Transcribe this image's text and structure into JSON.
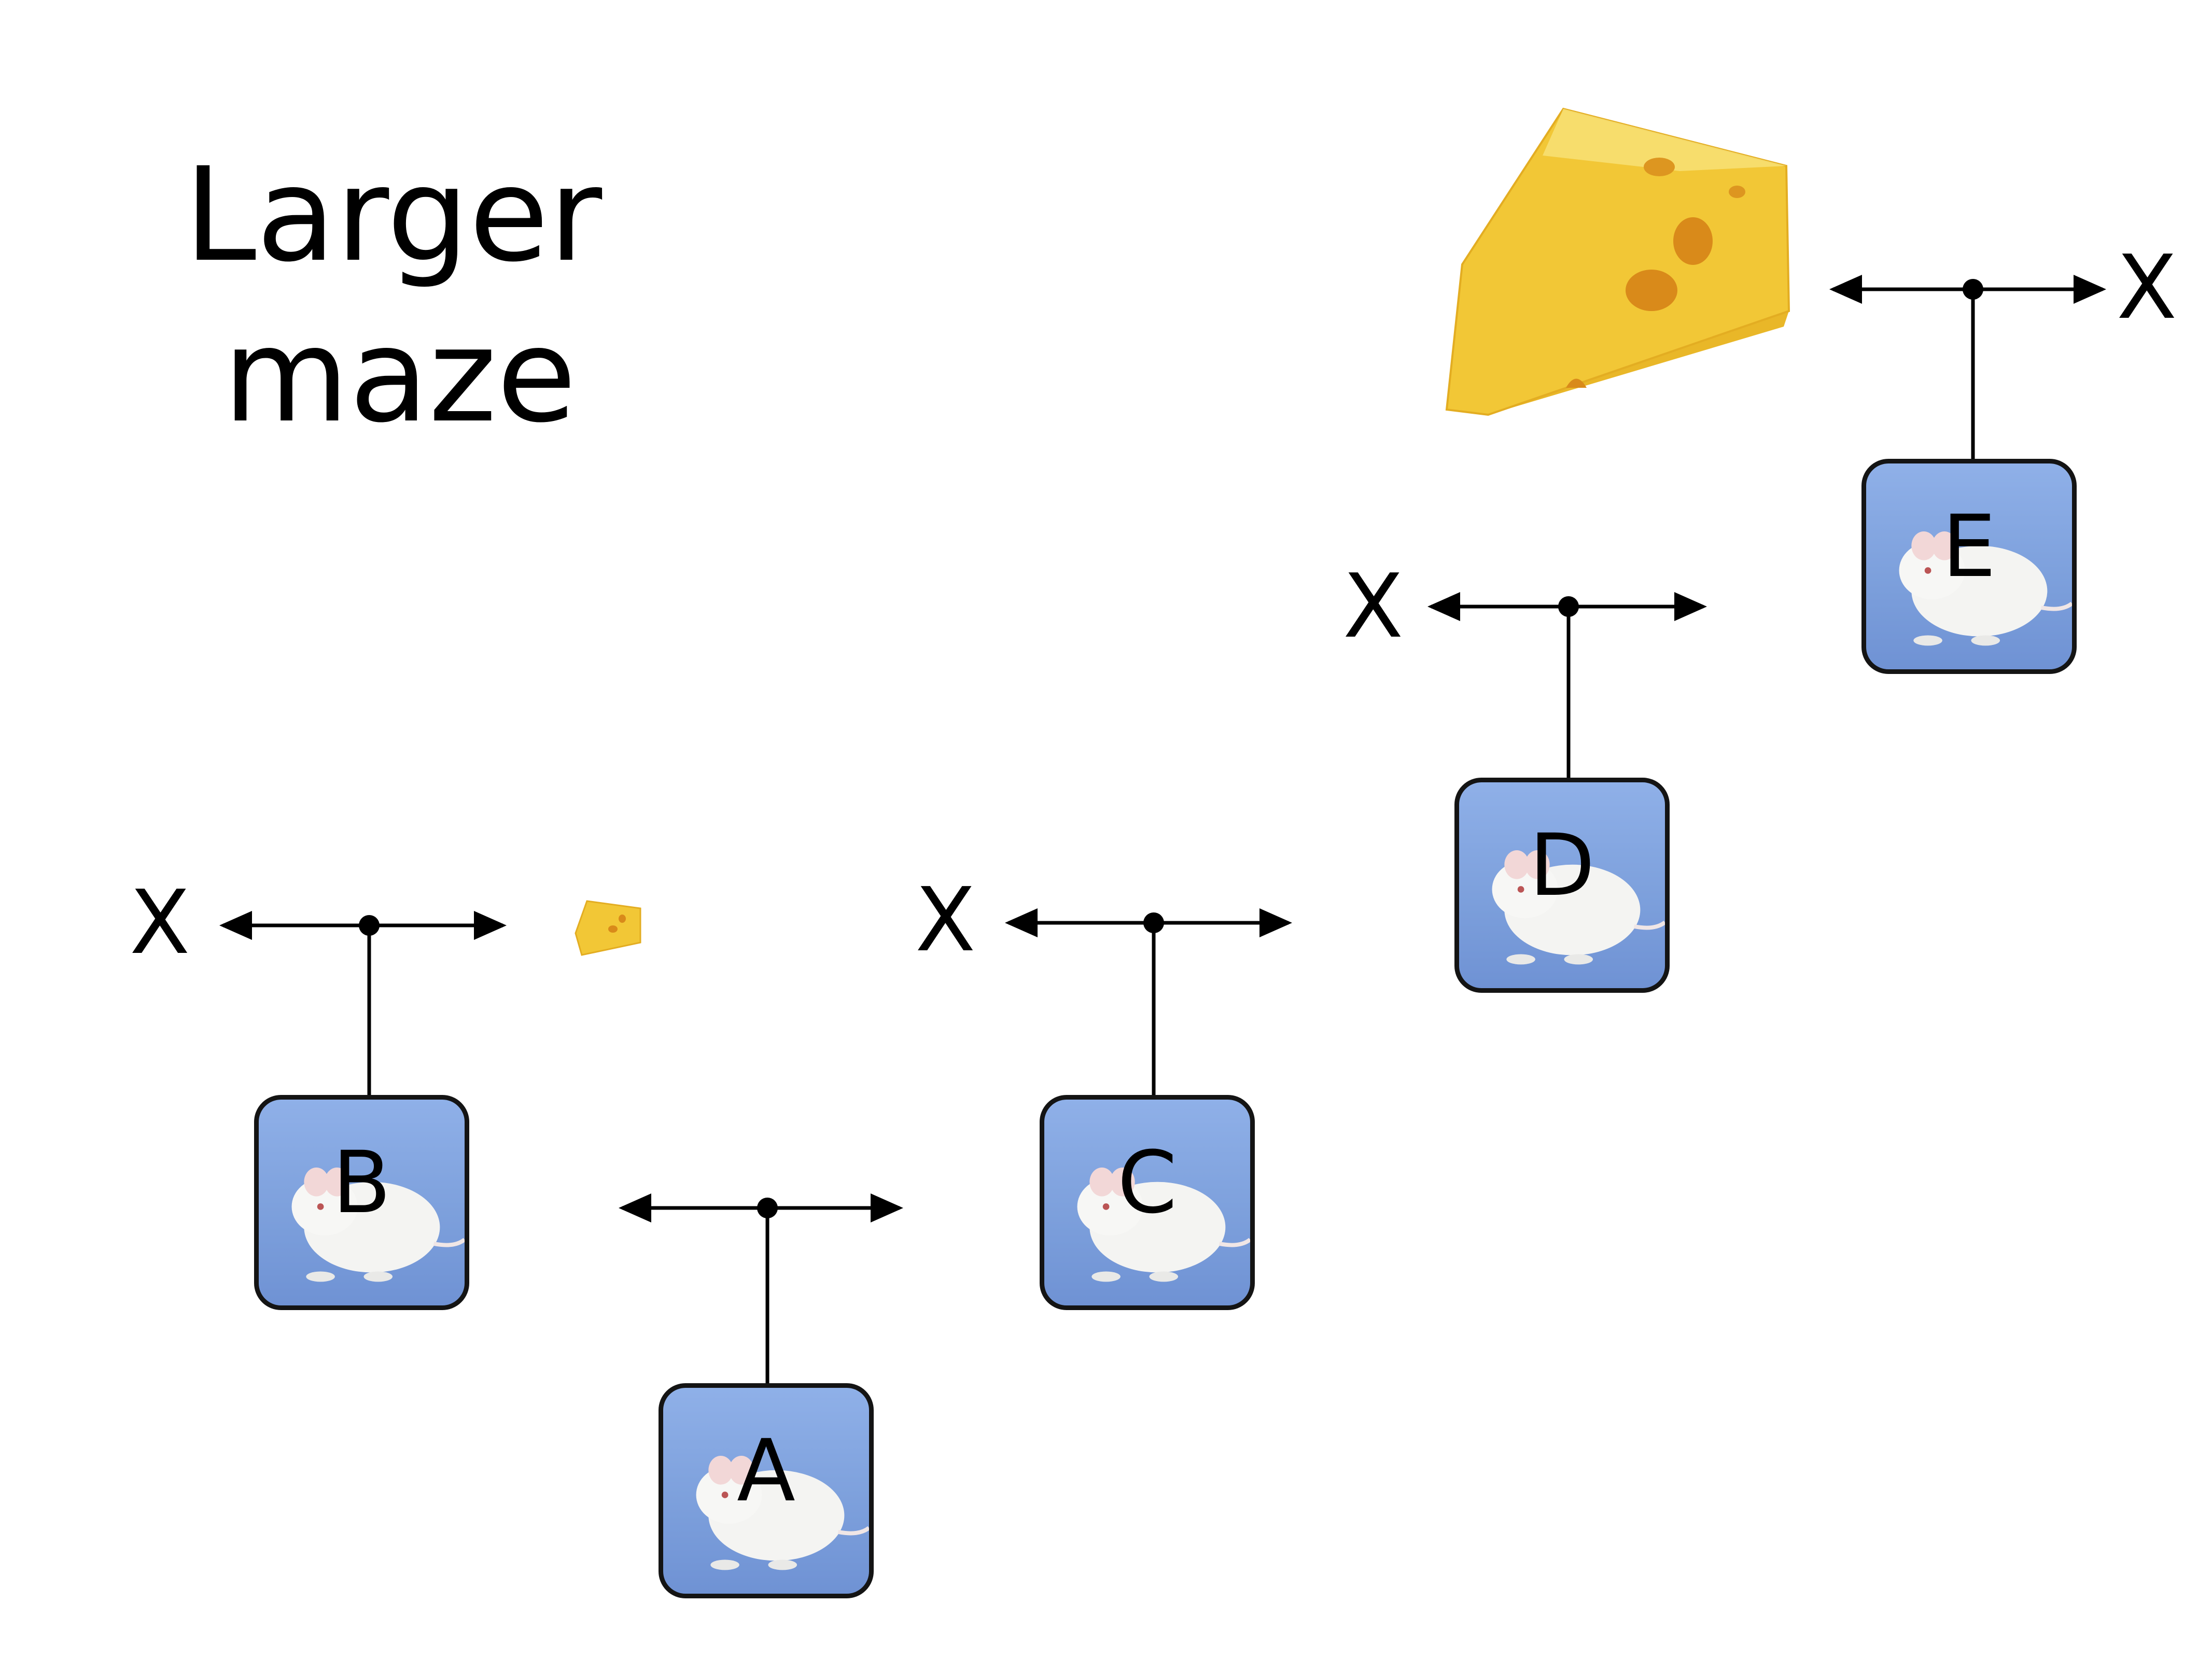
{
  "title": {
    "line1": "Larger",
    "line2": "maze"
  },
  "nodes": [
    {
      "id": "A",
      "label": "A"
    },
    {
      "id": "B",
      "label": "B"
    },
    {
      "id": "C",
      "label": "C"
    },
    {
      "id": "D",
      "label": "D"
    },
    {
      "id": "E",
      "label": "E"
    }
  ],
  "dead_end_marker": "X",
  "icons": {
    "node_image": "white-rat-icon",
    "goal": "cheese-icon",
    "small_goal": "small-cheese-icon"
  },
  "colors": {
    "node_fill": "#7da0dc",
    "node_border": "#141414",
    "cheese": "#f5d23c",
    "line": "#000000"
  }
}
